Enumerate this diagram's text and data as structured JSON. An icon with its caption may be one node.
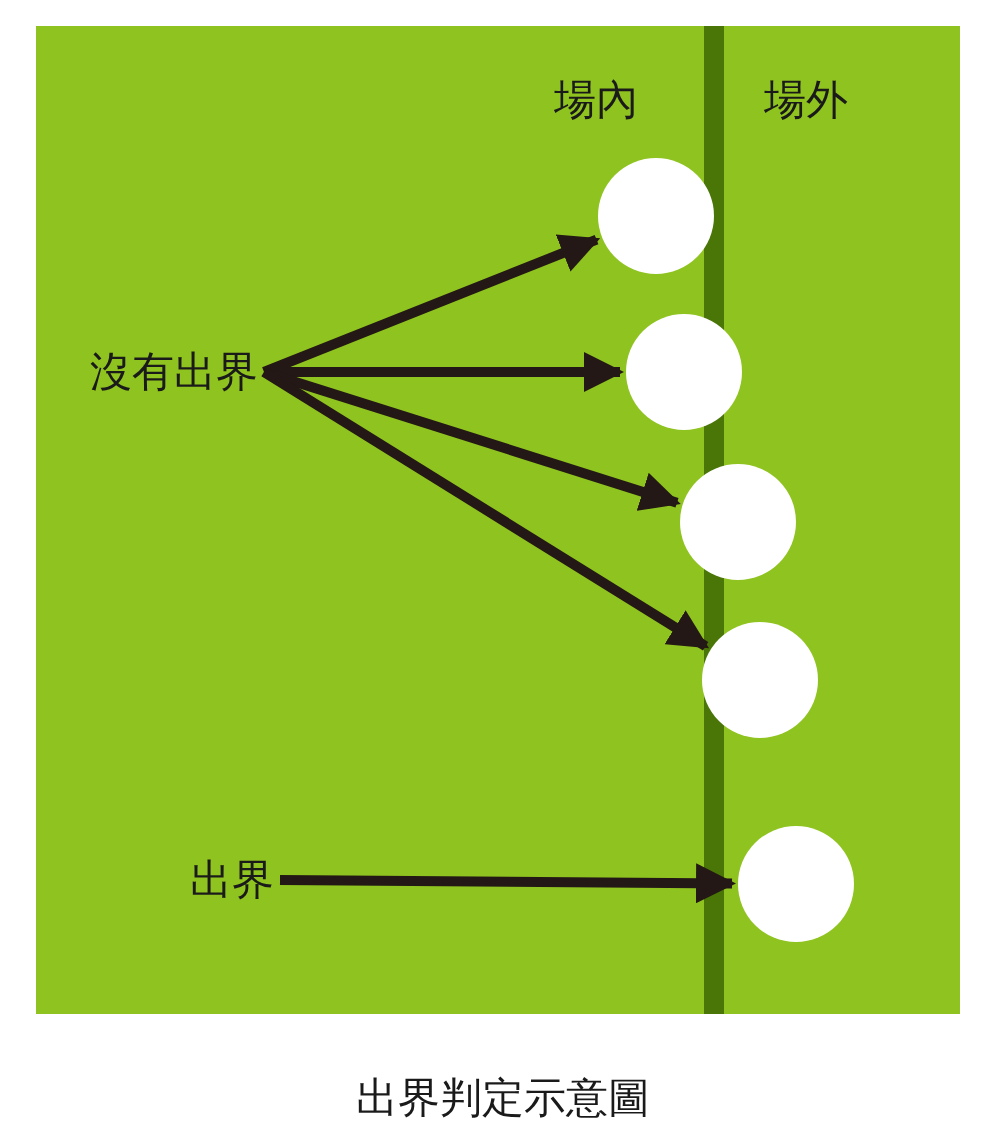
{
  "diagram": {
    "caption": "出界判定示意圖",
    "nodes": [
      {
        "text": [
          "沒有出界"
        ]
      },
      {
        "text": [
          "出界"
        ]
      },
      {
        "text": [],
        "shape": "circle"
      },
      {
        "text": [],
        "shape": "circle"
      },
      {
        "text": [],
        "shape": "circle"
      },
      {
        "text": [],
        "shape": "circle"
      },
      {
        "text": [],
        "shape": "circle"
      }
    ],
    "edges": [
      {
        "from": 0,
        "to": 2,
        "arrow": "to"
      },
      {
        "from": 0,
        "to": 3,
        "arrow": "to"
      },
      {
        "from": 0,
        "to": 4,
        "arrow": "to"
      },
      {
        "from": 0,
        "to": 5,
        "arrow": "to"
      },
      {
        "from": 1,
        "to": 6,
        "arrow": "to"
      }
    ],
    "labels": [
      "場內",
      "場外"
    ]
  }
}
